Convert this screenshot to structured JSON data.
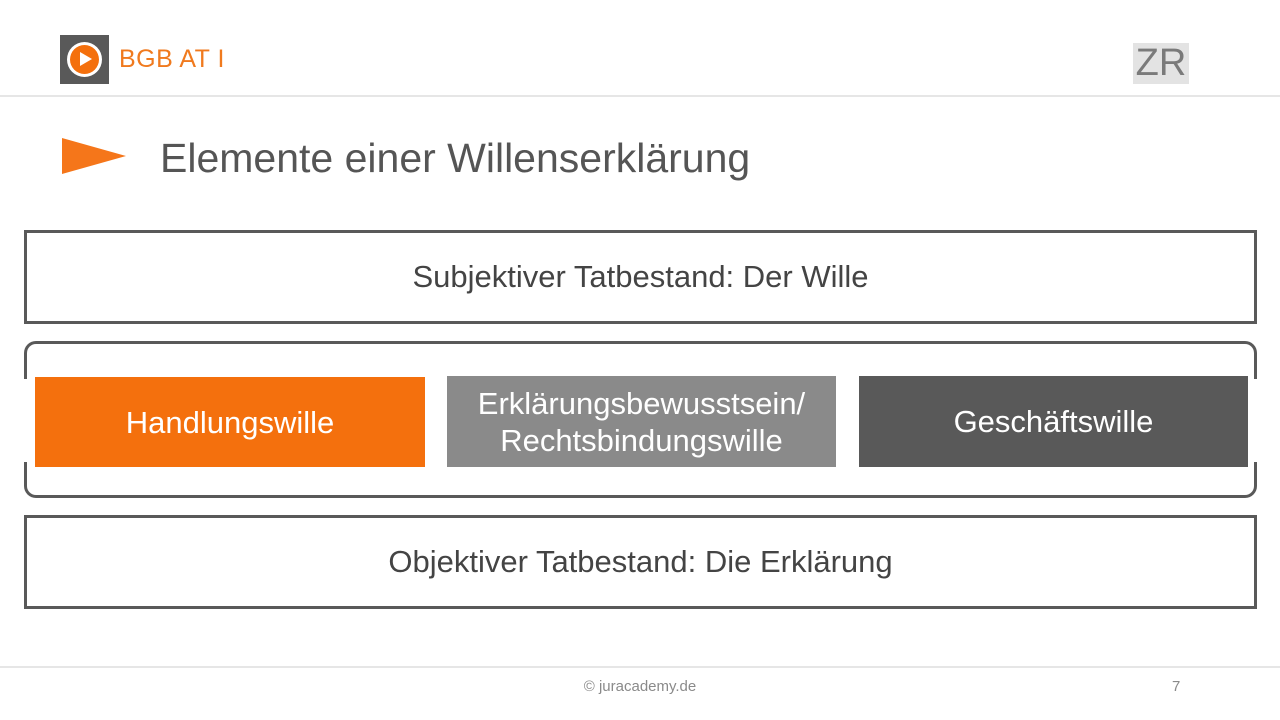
{
  "header": {
    "course": "BGB AT I",
    "badge": "ZR"
  },
  "slide": {
    "title": "Elemente einer Willenserklärung",
    "subjective_label": "Subjektiver Tatbestand: Der Wille",
    "elements": [
      {
        "label": "Handlungswille"
      },
      {
        "line1": "Erklärungsbewusstsein/",
        "line2": "Rechtsbindungswille"
      },
      {
        "label": "Geschäftswille"
      }
    ],
    "objective_label": "Objektiver Tatbestand: Die Erklärung"
  },
  "footer": {
    "copyright": "© juracademy.de",
    "page_number": "7"
  },
  "colors": {
    "accent_orange": "#f4700d",
    "gray_mid": "#8a8a8a",
    "gray_dark": "#595959"
  },
  "icons": {
    "logo": "play-icon",
    "title_marker": "arrow-pointer-icon"
  }
}
